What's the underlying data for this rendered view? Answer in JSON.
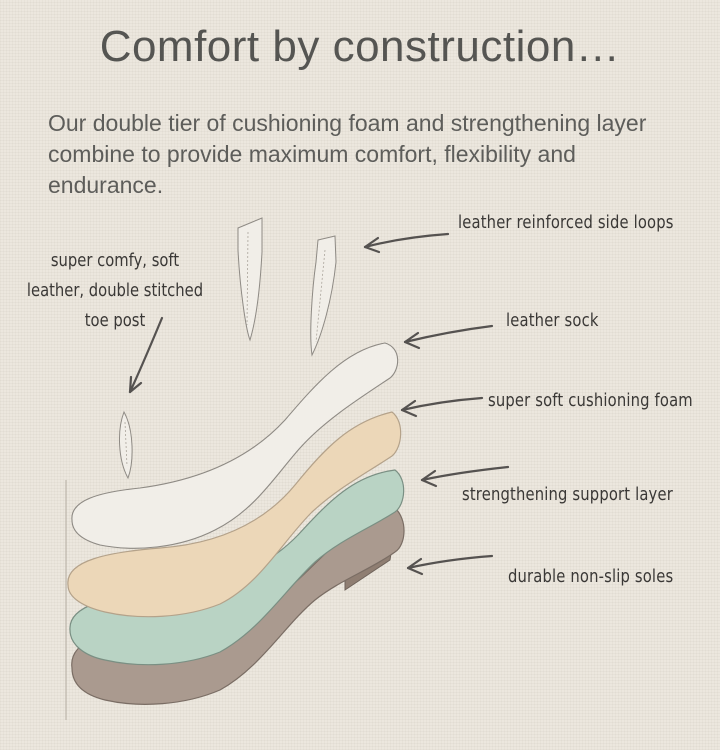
{
  "header": {
    "title": "Comfort by construction…",
    "intro": "Our double tier of cushioning foam and strengthening layer combine to provide maximum comfort, flexibility and endurance."
  },
  "labels": {
    "side_loops": "leather reinforced side loops",
    "toe_post": [
      "super comfy, soft",
      "leather, double stitched",
      "toe post"
    ],
    "sock": "leather sock",
    "foam": "super soft cushioning foam",
    "support": "strengthening support layer",
    "soles": "durable non-slip soles"
  },
  "colors": {
    "background": "#ece7de",
    "leather_sock": "#f1eee8",
    "foam": "#ecd7b8",
    "support": "#b9d3c4",
    "sole": "#aa9a8f",
    "heel_block": "#8f7e72",
    "arrow": "#555250"
  }
}
